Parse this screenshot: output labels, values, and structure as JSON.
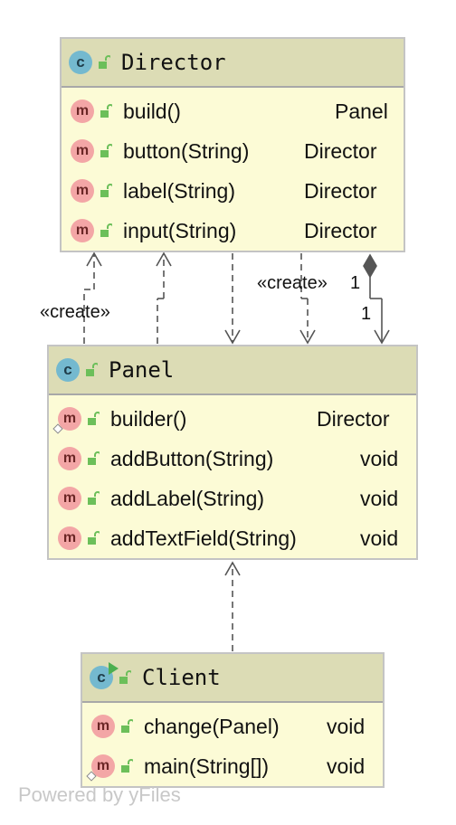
{
  "classes": {
    "director": {
      "name": "Director",
      "members": [
        {
          "name": "build()",
          "type": "Panel"
        },
        {
          "name": "button(String)",
          "type": "Director"
        },
        {
          "name": "label(String)",
          "type": "Director"
        },
        {
          "name": "input(String)",
          "type": "Director"
        }
      ]
    },
    "panel": {
      "name": "Panel",
      "members": [
        {
          "name": "builder()",
          "type": "Director"
        },
        {
          "name": "addButton(String)",
          "type": "void"
        },
        {
          "name": "addLabel(String)",
          "type": "void"
        },
        {
          "name": "addTextField(String)",
          "type": "void"
        }
      ]
    },
    "client": {
      "name": "Client",
      "members": [
        {
          "name": "change(Panel)",
          "type": "void"
        },
        {
          "name": "main(String[])",
          "type": "void"
        }
      ]
    }
  },
  "icons": {
    "class_letter": "c",
    "method_letter": "m"
  },
  "edges": {
    "create_left": "«create»",
    "create_right": "«create»",
    "multiplicity_top": "1",
    "multiplicity_bottom": "1"
  },
  "watermark": "Powered by yFiles",
  "colors": {
    "class_fill": "#fcfbd6",
    "header_fill": "#dcdcb5",
    "class_icon": "#74b9cf",
    "method_icon": "#f3a6a6",
    "lock_icon": "#6cbf5a",
    "connector": "#555555"
  }
}
